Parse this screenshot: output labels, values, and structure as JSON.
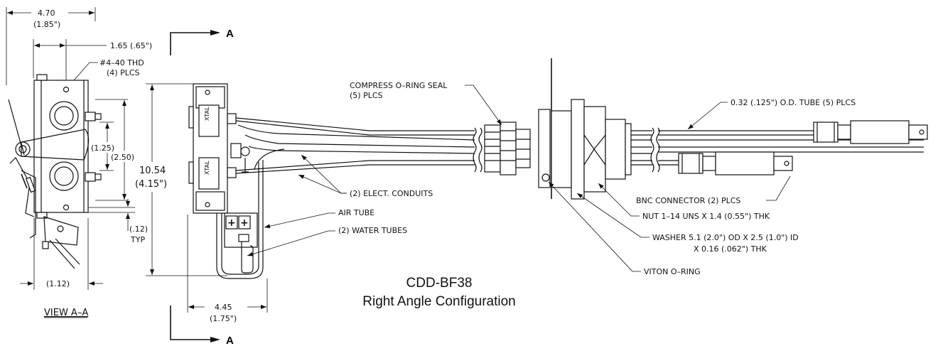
{
  "title": {
    "line1": "CDD-BF38",
    "line2": "Right Angle Configuration"
  },
  "section_marks": {
    "top": "A",
    "bottom": "A"
  },
  "view_label": "VIEW  A–A",
  "dimensions": {
    "width_mm": "4.70",
    "width_in": "(1.85\")",
    "hole_offset": "1.65  (.65\")",
    "thread": "#4–40  THD",
    "thread_count": "(4)  PLCS",
    "spacing_small": "(1.25)",
    "spacing_large": "(2.50)",
    "height_mm": "10.54",
    "height_in": "(4.15\")",
    "offset_12": "(.12)",
    "typ": "TYP",
    "base_112": "(1.12)",
    "depth_mm": "4.45",
    "depth_in": "(1.75\")"
  },
  "callouts": {
    "oring_seal_1": "COMPRESS  O–RING  SEAL",
    "oring_seal_2": "(5)  PLCS",
    "elect": "(2)  ELECT.  CONDUITS",
    "air": "AIR  TUBE",
    "water": "(2)  WATER  TUBES",
    "od_tube": "0.32  (.125\")  O.D.  TUBE  (5)  PLCS",
    "bnc": "BNC  CONNECTOR  (2)  PLCS",
    "nut": "NUT  1–14  UNS  X  1.4  (0.55\")  THK",
    "washer_1": "WASHER  5.1  (2.0\")  OD  X  2.5  (1.0\")  ID",
    "washer_2": "X  0.16  (.062\")  THK",
    "viton": "VITON  O–RING"
  },
  "plate_text": "XTAL"
}
